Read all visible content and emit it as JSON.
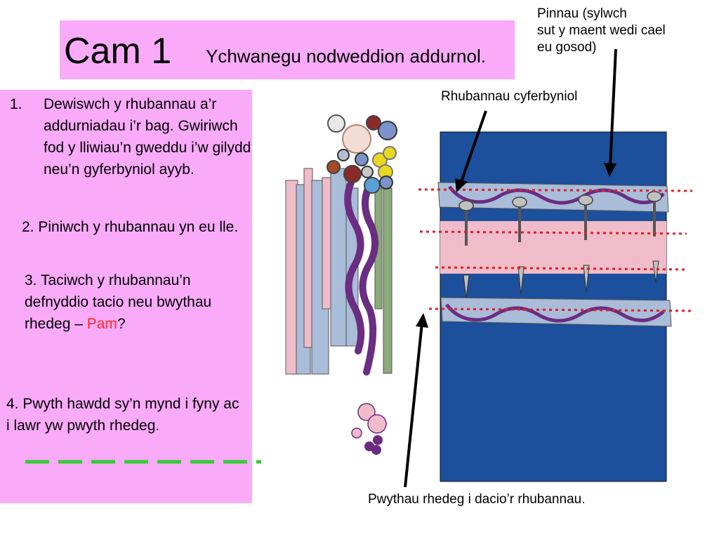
{
  "title": {
    "main": "Cam 1",
    "sub": "Ychwanegu nodweddion addurnol."
  },
  "steps": {
    "step1_number": "1.",
    "step1_text": "Dewiswch y rhubannau a’r addurniadau i’r bag. Gwiriwch fod y lliwiau’n gweddu i’w gilydd neu’n gyferbyniol ayyb.",
    "step2": "2. Piniwch y rhubannau yn eu lle.",
    "step3_prefix": "3. Taciwch y rhubannau’n defnyddio tacio neu bwythau rhedeg – ",
    "step3_highlight": "Pam",
    "step3_suffix": "?",
    "step4": "4. Pwyth hawdd sy’n mynd i fyny ac i lawr yw pwyth rhedeg."
  },
  "labels": {
    "pins_line1": "Pinnau (sylwch",
    "pins_line2": "sut y maent wedi cael",
    "pins_line3": " eu gosod)",
    "contrasting_ribbons": "Rhubannau cyferbyniol",
    "running_stitches": "Pwythau rhedeg i dacio’r rhubannau."
  },
  "colors": {
    "panel_pink": "#f9aaf9",
    "bag_blue": "#1c4f9c",
    "ribbon_light_blue": "#a9bcd8",
    "ribbon_pink": "#f0bcc9",
    "ribbon_green": "#8aab79",
    "wave_purple": "#6a2d82",
    "guide_red": "#e0202a",
    "dash_green": "#33cc33",
    "highlight_red": "#ff2a2a"
  }
}
